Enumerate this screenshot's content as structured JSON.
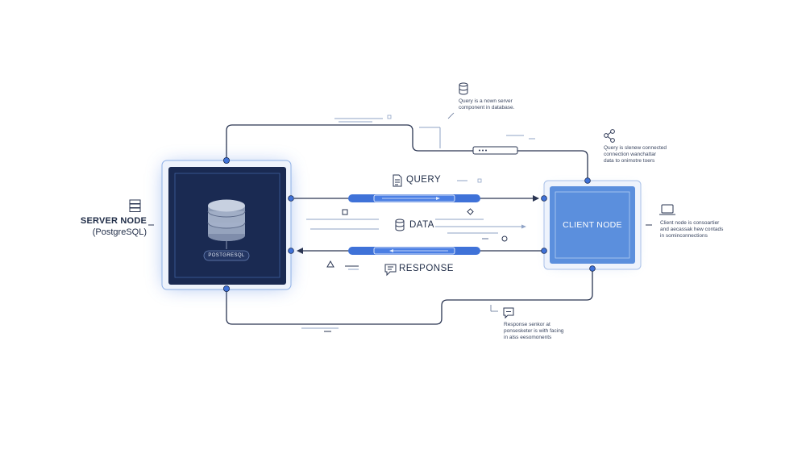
{
  "server": {
    "title": "SERVER NODE",
    "subtitle": "(PostgreSQL)",
    "db_label": "POSTGRESQL"
  },
  "client": {
    "title": "CLIENT NODE"
  },
  "flows": {
    "query": "QUERY",
    "data": "DATA",
    "response": "RESPONSE"
  },
  "notes": {
    "top_line1": "Query is a nown server",
    "top_line2": "component in database.",
    "right_top_line1": "Query is slenew connected",
    "right_top_line2": "connection wanchattar",
    "right_top_line3": "data to onimotre toers",
    "right_line1": "Client node is consoartier",
    "right_line2": "and aecassak hew contads",
    "right_line3": "in sominconnections",
    "bottom_line1": "Response senkor at",
    "bottom_line2": "ponsesketer is with facing",
    "bottom_line3": "in alss eesomonents"
  },
  "colors": {
    "line": "#2a3552",
    "server_fill": "#1a2a52",
    "client_fill": "#5b8fdd",
    "accent": "#3f72d8",
    "glow": "#4a7fe0"
  },
  "icons": {
    "server_rack": "server-rack-icon",
    "database": "database-icon",
    "share": "share-icon",
    "laptop": "laptop-icon",
    "chat": "chat-icon",
    "document": "document-icon"
  }
}
